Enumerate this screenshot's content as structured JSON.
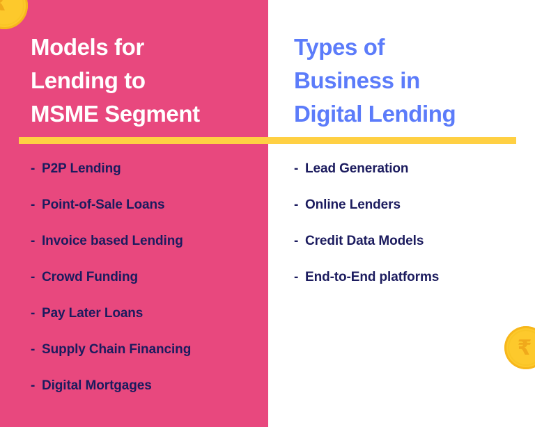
{
  "theme": {
    "panel_pink": "#e8487e",
    "accent_blue": "#5c7cfa",
    "rule_yellow": "#ffd043",
    "text_navy": "#1b1b5e",
    "coin_gold": "#fdc92c",
    "background_white": "#ffffff"
  },
  "left_panel": {
    "heading": "Models for\nLending to\nMSME Segment",
    "items": [
      {
        "marker": "-",
        "label": "P2P Lending"
      },
      {
        "marker": "-",
        "label": "Point-of-Sale Loans"
      },
      {
        "marker": "-",
        "label": "Invoice based Lending"
      },
      {
        "marker": "-",
        "label": "Crowd Funding"
      },
      {
        "marker": "-",
        "label": "Pay Later Loans"
      },
      {
        "marker": "-",
        "label": "Supply Chain Financing"
      },
      {
        "marker": "-",
        "label": "Digital Mortgages"
      }
    ]
  },
  "right_panel": {
    "heading": "Types of\nBusiness in\nDigital Lending",
    "items": [
      {
        "marker": "-",
        "label": "Lead Generation"
      },
      {
        "marker": "-",
        "label": "Online Lenders"
      },
      {
        "marker": "-",
        "label": "Credit Data Models"
      },
      {
        "marker": "-",
        "label": "End-to-End platforms"
      }
    ]
  },
  "decorations": {
    "coin_top_left": {
      "icon": "rupee-coin-icon",
      "glyph": "₹"
    },
    "coin_bottom_right": {
      "icon": "rupee-coin-icon",
      "glyph": "₹"
    }
  }
}
